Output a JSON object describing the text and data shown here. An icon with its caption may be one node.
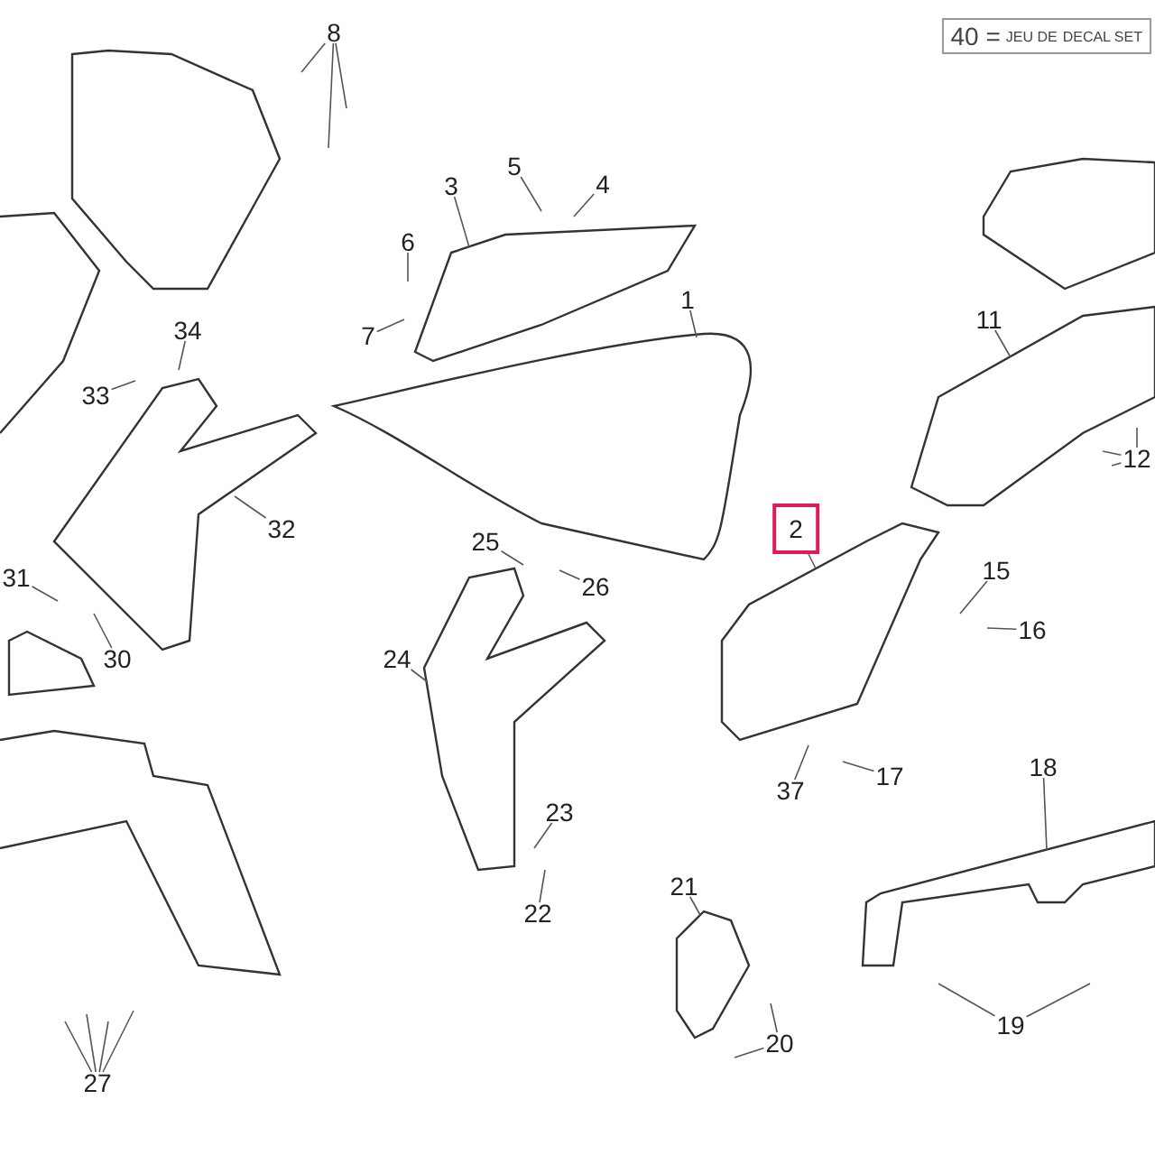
{
  "diagram": {
    "nodes": [
      {
        "text": [
          "8"
        ]
      },
      {
        "text": [
          "40 =",
          "JEU DE",
          "DECAL SET"
        ]
      },
      {
        "text": [
          "5"
        ]
      },
      {
        "text": [
          "4"
        ]
      },
      {
        "text": [
          "3"
        ]
      },
      {
        "text": [
          "6"
        ]
      },
      {
        "text": [
          "34"
        ]
      },
      {
        "text": [
          "1"
        ]
      },
      {
        "text": [
          "11"
        ]
      },
      {
        "text": [
          "7"
        ]
      },
      {
        "text": [
          "33"
        ]
      },
      {
        "text": [
          "12"
        ]
      },
      {
        "text": [
          "32"
        ]
      },
      {
        "text": [
          "2"
        ]
      },
      {
        "text": [
          "25"
        ]
      },
      {
        "text": [
          "15"
        ]
      },
      {
        "text": [
          "31"
        ]
      },
      {
        "text": [
          "26"
        ]
      },
      {
        "text": [
          "16"
        ]
      },
      {
        "text": [
          "30"
        ]
      },
      {
        "text": [
          "24"
        ]
      },
      {
        "text": [
          "18"
        ]
      },
      {
        "text": [
          "17"
        ]
      },
      {
        "text": [
          "37"
        ]
      },
      {
        "text": [
          "23"
        ]
      },
      {
        "text": [
          "21"
        ]
      },
      {
        "text": [
          "22"
        ]
      },
      {
        "text": [
          "19"
        ]
      },
      {
        "text": [
          "27"
        ]
      },
      {
        "text": [
          "20"
        ]
      },
      {
        "text": [],
        "shape": "picture"
      },
      {
        "text": [],
        "shape": "picture"
      },
      {
        "text": [],
        "shape": "picture"
      },
      {
        "text": [],
        "shape": "picture"
      },
      {
        "text": [],
        "shape": "picture"
      },
      {
        "text": [],
        "shape": "picture"
      },
      {
        "text": [],
        "shape": "picture"
      },
      {
        "text": [],
        "shape": "picture"
      },
      {
        "text": [],
        "shape": "picture"
      },
      {
        "text": [],
        "shape": "picture"
      },
      {
        "text": [],
        "shape": "picture"
      },
      {
        "text": [],
        "shape": "picture"
      },
      {
        "text": [],
        "shape": "picture"
      }
    ],
    "edges": [
      {
        "from": 0,
        "to": null,
        "arrow": "none"
      },
      {
        "from": 0,
        "to": null,
        "arrow": "none"
      },
      {
        "from": 0,
        "to": null,
        "arrow": "none"
      },
      {
        "from": 2,
        "to": null,
        "arrow": "none"
      },
      {
        "from": 3,
        "to": null,
        "arrow": "none"
      },
      {
        "from": 4,
        "to": 33,
        "arrow": "none"
      },
      {
        "from": 5,
        "to": null,
        "arrow": "none"
      },
      {
        "from": 6,
        "to": null,
        "arrow": "none"
      },
      {
        "from": 7,
        "to": 35,
        "arrow": "none"
      },
      {
        "from": 8,
        "to": 34,
        "arrow": "none"
      },
      {
        "from": 9,
        "to": null,
        "arrow": "none"
      },
      {
        "from": 10,
        "to": null,
        "arrow": "none"
      },
      {
        "from": 11,
        "to": null,
        "arrow": "none"
      },
      {
        "from": 11,
        "to": null,
        "arrow": "none"
      },
      {
        "from": 11,
        "to": null,
        "arrow": "none"
      },
      {
        "from": 12,
        "to": 36,
        "arrow": "none"
      },
      {
        "from": 13,
        "to": 37,
        "arrow": "none"
      },
      {
        "from": 14,
        "to": null,
        "arrow": "none"
      },
      {
        "from": 15,
        "to": null,
        "arrow": "none"
      },
      {
        "from": 16,
        "to": null,
        "arrow": "none"
      },
      {
        "from": 17,
        "to": null,
        "arrow": "none"
      },
      {
        "from": 18,
        "to": null,
        "arrow": "none"
      },
      {
        "from": 19,
        "to": null,
        "arrow": "none"
      },
      {
        "from": 20,
        "to": 38,
        "arrow": "none"
      },
      {
        "from": 21,
        "to": 41,
        "arrow": "none"
      },
      {
        "from": 22,
        "to": null,
        "arrow": "none"
      },
      {
        "from": 23,
        "to": null,
        "arrow": "none"
      },
      {
        "from": 24,
        "to": null,
        "arrow": "none"
      },
      {
        "from": 25,
        "to": 42,
        "arrow": "none"
      },
      {
        "from": 26,
        "to": null,
        "arrow": "none"
      },
      {
        "from": 27,
        "to": null,
        "arrow": "none"
      },
      {
        "from": 27,
        "to": null,
        "arrow": "none"
      },
      {
        "from": 28,
        "to": null,
        "arrow": "none"
      },
      {
        "from": 28,
        "to": null,
        "arrow": "none"
      },
      {
        "from": 28,
        "to": null,
        "arrow": "none"
      },
      {
        "from": 28,
        "to": null,
        "arrow": "none"
      },
      {
        "from": 29,
        "to": null,
        "arrow": "none"
      },
      {
        "from": 29,
        "to": null,
        "arrow": "none"
      }
    ]
  }
}
